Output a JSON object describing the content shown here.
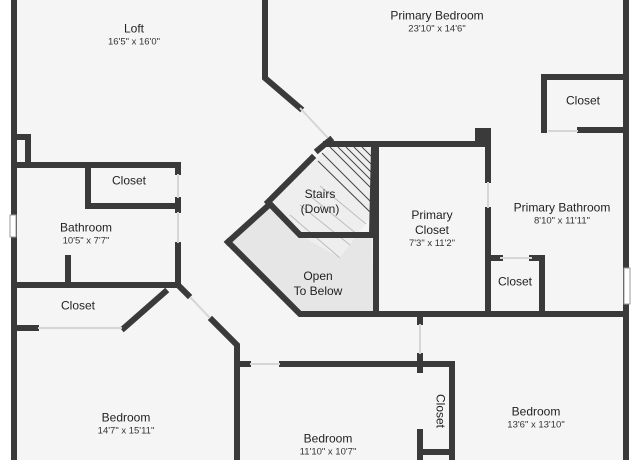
{
  "colors": {
    "floor": "#f5f5f5",
    "wall": "#3a3a3a",
    "text": "#222222",
    "opening": "#d9d9d9",
    "window": "#ffffff"
  },
  "rooms": {
    "loft": {
      "name": "Loft",
      "dims": "16'5\" x 16'0\""
    },
    "primary_bedroom": {
      "name": "Primary Bedroom",
      "dims": "23'10\" x 14'6\""
    },
    "closet_top_right": {
      "name": "Closet"
    },
    "closet_bath_top": {
      "name": "Closet"
    },
    "bathroom": {
      "name": "Bathroom",
      "dims": "10'5\" x 7'7\""
    },
    "stairs": {
      "line1": "Stairs",
      "line2": "(Down)"
    },
    "primary_closet": {
      "line1": "Primary",
      "line2": "Closet",
      "dims": "7'3\" x 11'2\""
    },
    "primary_bathroom": {
      "name": "Primary Bathroom",
      "dims": "8'10\" x 11'11\""
    },
    "open_below": {
      "line1": "Open",
      "line2": "To Below"
    },
    "closet_left": {
      "name": "Closet"
    },
    "closet_primary_bath": {
      "name": "Closet"
    },
    "bedroom_left": {
      "name": "Bedroom",
      "dims": "14'7\" x 15'11\""
    },
    "bedroom_middle": {
      "name": "Bedroom",
      "dims": "11'10\" x 10'7\""
    },
    "closet_vertical": {
      "name": "Closet"
    },
    "bedroom_right": {
      "name": "Bedroom",
      "dims": "13'6\" x 13'10\""
    }
  }
}
